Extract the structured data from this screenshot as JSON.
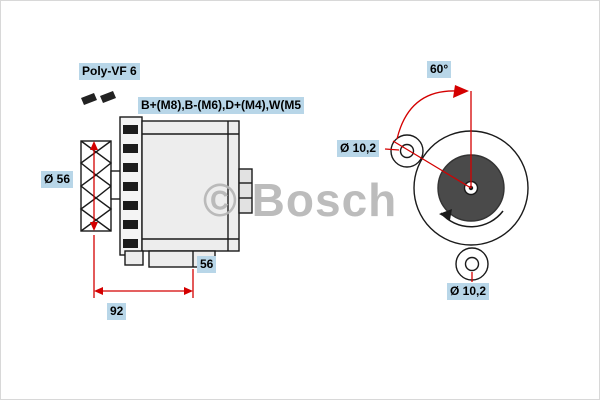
{
  "diagram": {
    "labels": {
      "pulley_type": "Poly-VF 6",
      "terminals": "B+(M8),B-(M6),D+(M4),W(M5",
      "pulley_diameter": "Ø 56",
      "foot_dimension": "56",
      "length_dimension": "92",
      "mount_angle": "60°",
      "hole_top": "Ø 10,2",
      "hole_bottom": "Ø 10,2"
    },
    "watermark": "© Bosch",
    "colors": {
      "highlight_bg": "#b8d6e8",
      "dimension_red": "#d40000",
      "outline_black": "#1a1a1a",
      "rotor_fill": "#4a4a4a",
      "watermark_gray": "#b5b5b5"
    }
  }
}
